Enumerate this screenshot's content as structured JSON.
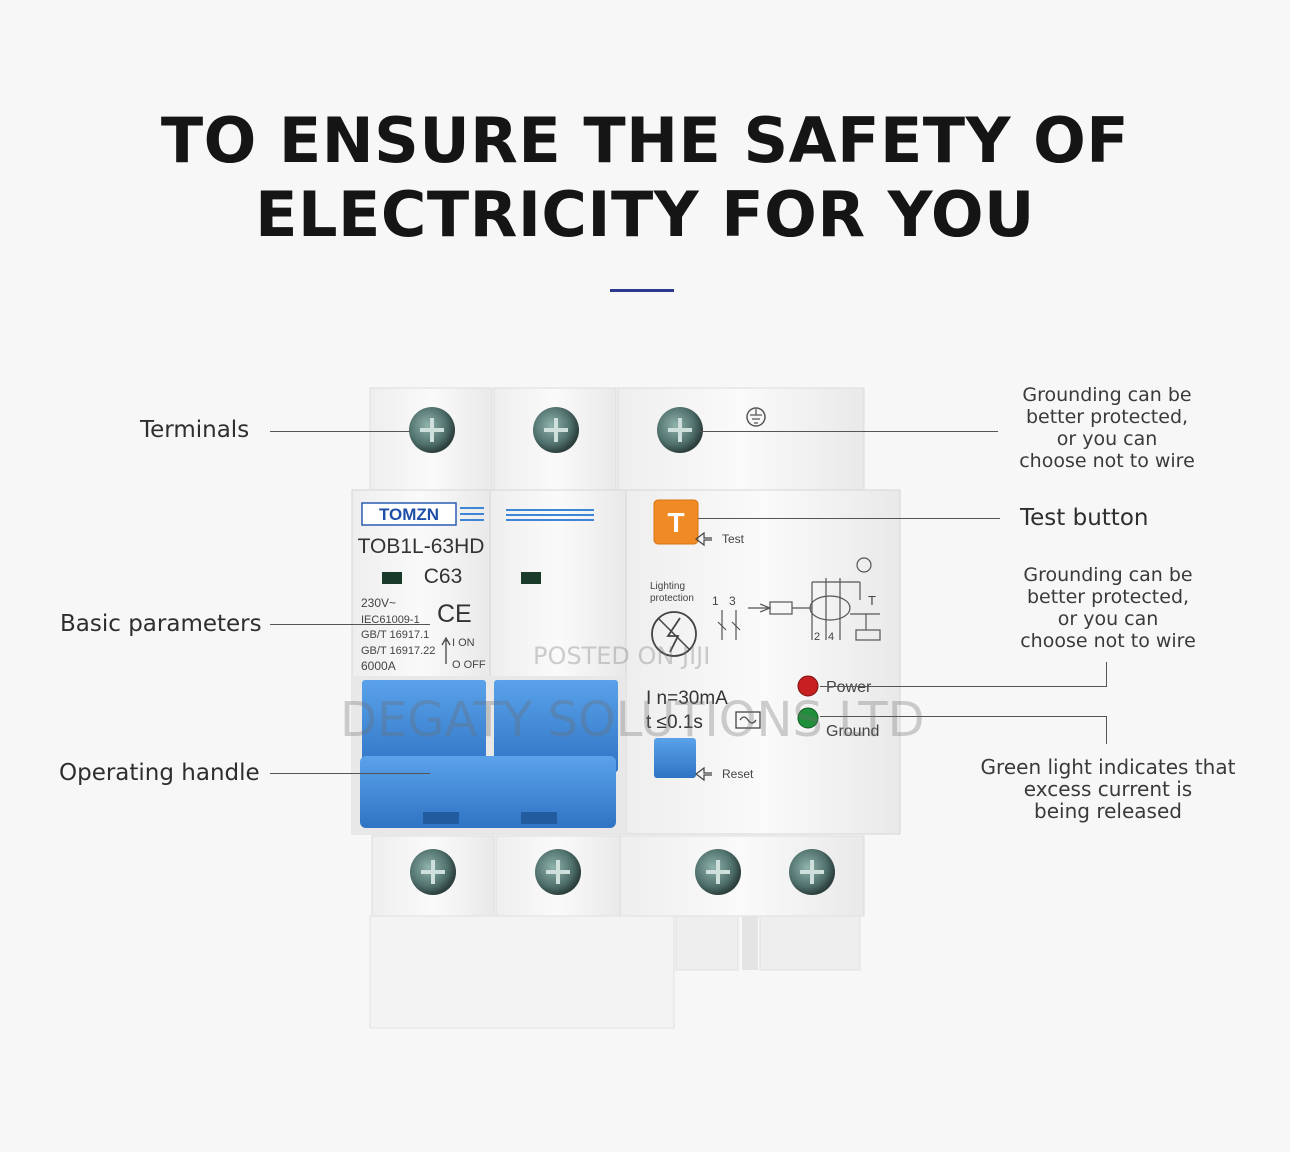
{
  "headline": {
    "line1": "TO ENSURE THE SAFETY OF",
    "line2": "ELECTRICITY FOR YOU"
  },
  "colors": {
    "accent": "#2b3a8f",
    "device_blue": "#3d86d6",
    "test_orange": "#f08a24",
    "power_red": "#c82020",
    "ground_green": "#1f8f3a"
  },
  "callouts": {
    "terminals": "Terminals",
    "basic_parameters": "Basic parameters",
    "operating_handle": "Operating handle",
    "test_button": "Test button",
    "grounding_top": [
      "Grounding can be",
      "better protected,",
      "or you can",
      "choose not to wire"
    ],
    "grounding_mid": [
      "Grounding can be",
      "better protected,",
      "or you can",
      "choose not to wire"
    ],
    "green_light": [
      "Green light indicates that",
      "excess current is",
      "being released"
    ]
  },
  "device": {
    "brand": "TOMZN",
    "model": "TOB1L-63HD",
    "rating": "C63",
    "voltage": "230V~",
    "standard1": "IEC61009-1",
    "standard2": "GB/T 16917.1",
    "standard3": "GB/T 16917.22",
    "capacity": "6000A",
    "ce_mark": "CE",
    "on_label": "I ON",
    "off_label": "O OFF",
    "test_key": "T",
    "test_label": "Test",
    "reset_label": "Reset",
    "lightning_label_1": "Lighting",
    "lightning_label_2": "protection",
    "in_rating": "I  n=30mA",
    "time_rating": "t  ≤0.1s",
    "power_label": "Power",
    "ground_label": "Ground",
    "diagram_labels": {
      "n1": "1",
      "n3": "3",
      "n2": "2",
      "n4": "4",
      "t": "T"
    }
  },
  "watermarks": {
    "small": "POSTED ON JIJI",
    "large": "DEGATY SOLUTIONS LTD"
  }
}
